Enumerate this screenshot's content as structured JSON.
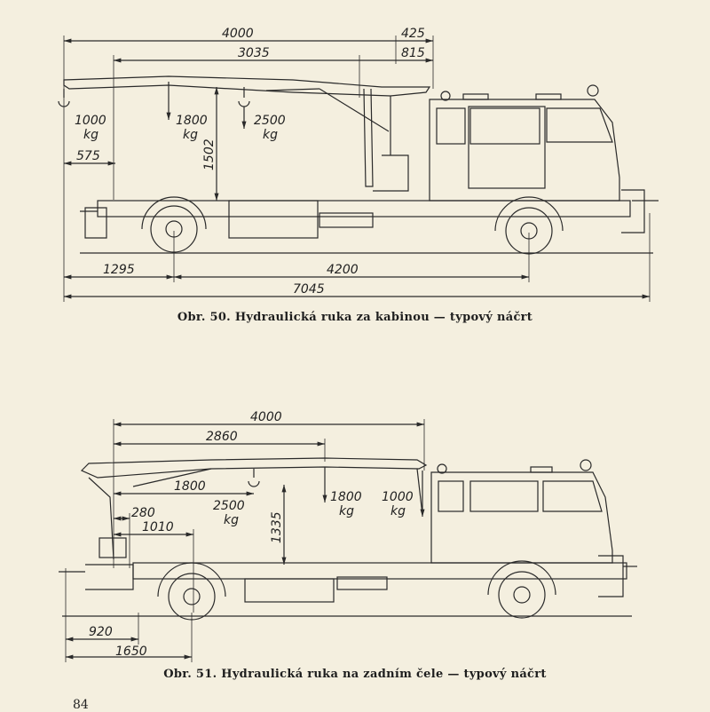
{
  "figure1": {
    "caption": "Obr. 50. Hydraulická ruka za kabinou — typový náčrt",
    "dims": {
      "top_total": "4000",
      "top_right": "425",
      "second": "3035",
      "second_right": "815",
      "left_height": "575",
      "mid_height": "1502",
      "bottom_left": "1295",
      "bottom_mid": "4200",
      "bottom_total": "7045"
    },
    "loads": [
      {
        "value": "1000",
        "unit": "kg"
      },
      {
        "value": "1800",
        "unit": "kg"
      },
      {
        "value": "2500",
        "unit": "kg"
      }
    ]
  },
  "figure2": {
    "caption": "Obr. 51. Hydraulická ruka na zadním čele — typový náčrt",
    "dims": {
      "top_total": "4000",
      "second": "2860",
      "third": "1800",
      "height": "1335",
      "small1": "280",
      "small2": "1010",
      "bottom1": "920",
      "bottom2": "1650"
    },
    "loads": [
      {
        "value": "2500",
        "unit": "kg"
      },
      {
        "value": "1800",
        "unit": "kg"
      },
      {
        "value": "1000",
        "unit": "kg"
      }
    ]
  },
  "page_number": "84",
  "colors": {
    "paper": "#f4efdf",
    "ink": "#2a2a2a"
  }
}
